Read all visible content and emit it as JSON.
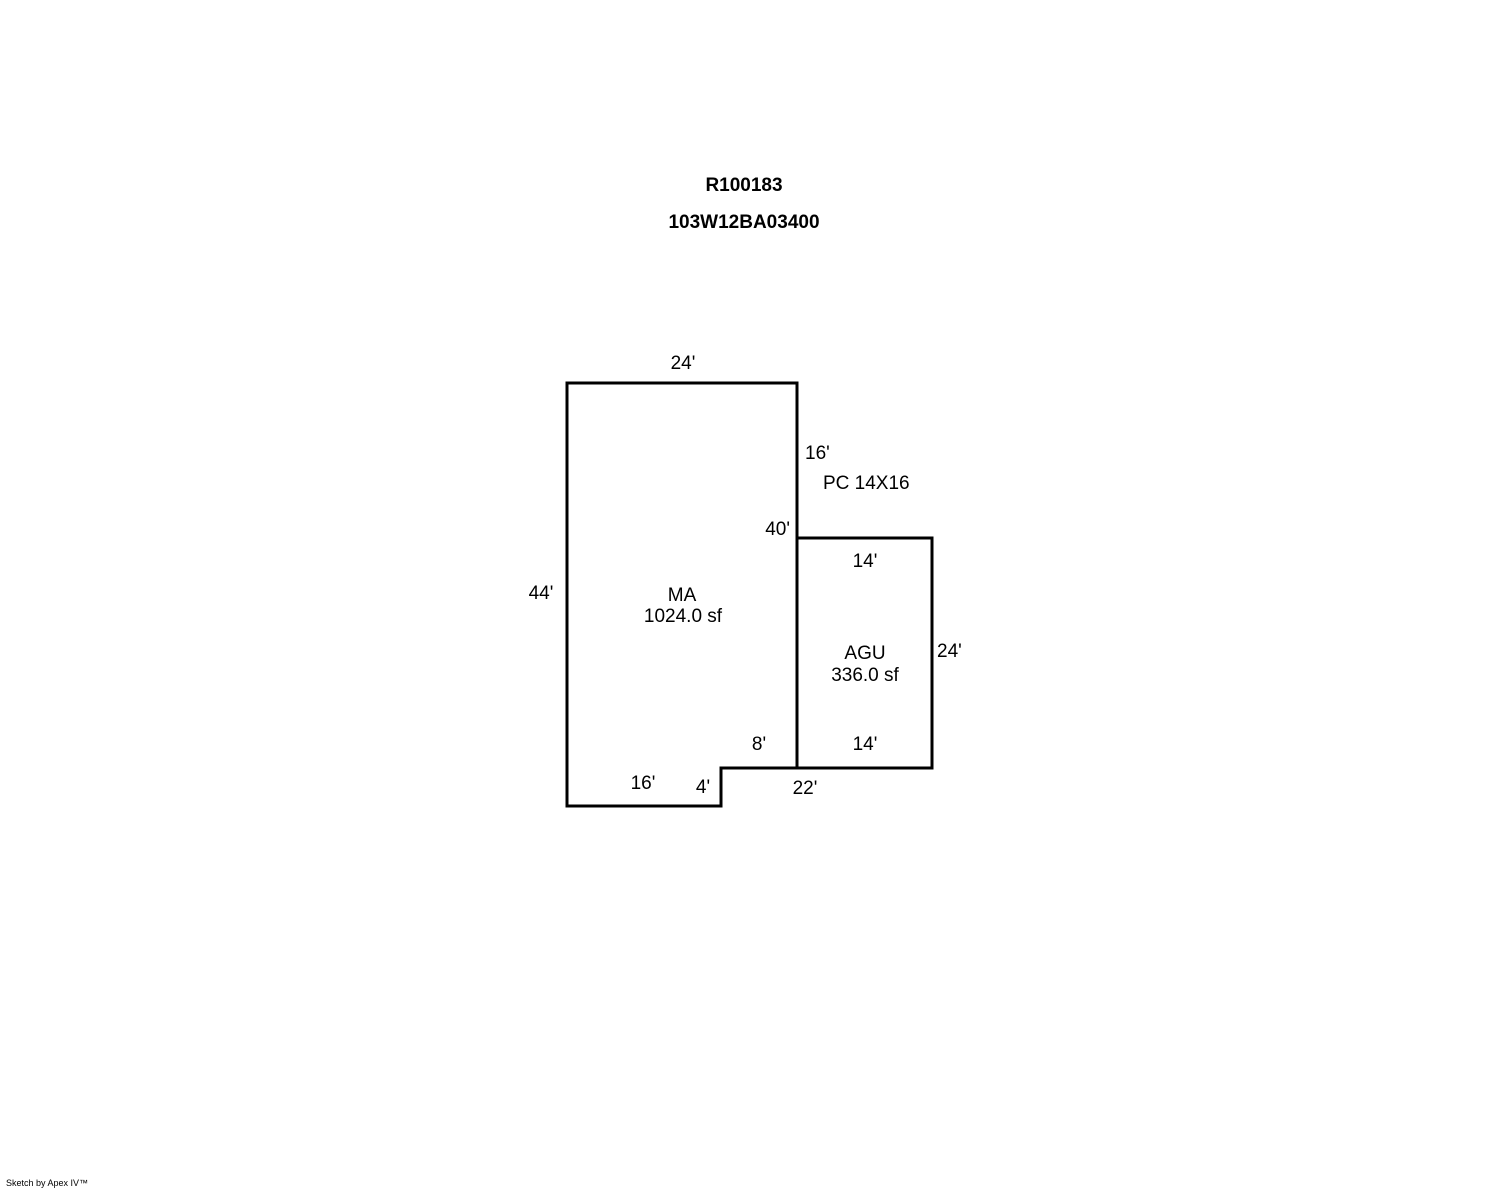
{
  "header": {
    "account_id": "R100183",
    "map_tax_lot": "103W12BA03400"
  },
  "areas": {
    "main": {
      "code": "MA",
      "area": "1024.0 sf"
    },
    "garage": {
      "code": "AGU",
      "area": "336.0 sf"
    },
    "porch_label": "PC 14X16"
  },
  "dimensions": {
    "ma_top": "24'",
    "ma_left": "44'",
    "ma_right_upper": "16'",
    "ma_right_lower": "40'",
    "ma_bottom_left": "16'",
    "ma_notch_vertical": "4'",
    "ma_notch_top": "8'",
    "combined_bottom": "22'",
    "agu_top": "14'",
    "agu_right": "24'",
    "agu_bottom": "14'"
  },
  "footer": {
    "credit": "Sketch by Apex IV™"
  },
  "colors": {
    "line": "#000000",
    "background": "#ffffff"
  }
}
